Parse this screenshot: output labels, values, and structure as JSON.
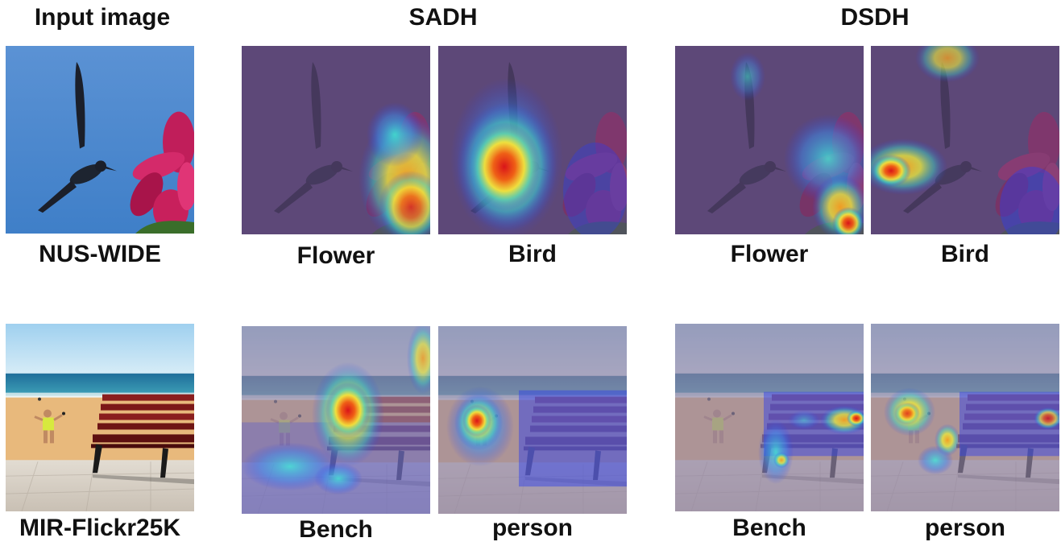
{
  "headers": {
    "input": "Input image",
    "sadh": "SADH",
    "dsdh": "DSDH"
  },
  "rows": [
    {
      "dataset": "NUS-WIDE",
      "sadh_labels": [
        "Flower",
        "Bird"
      ],
      "dsdh_labels": [
        "Flower",
        "Bird"
      ]
    },
    {
      "dataset": "MIR-Flickr25K",
      "sadh_labels": [
        "Bench",
        "person"
      ],
      "dsdh_labels": [
        "Bench",
        "person"
      ]
    }
  ],
  "colors": {
    "sky": "#4b88cf",
    "overlay": "#5c4a7a",
    "heat_red": "#e8241a",
    "heat_yellow": "#f5e13a",
    "heat_blue": "#2233ee",
    "bench": "#7a1a1a",
    "sand": "#e9c08a"
  }
}
